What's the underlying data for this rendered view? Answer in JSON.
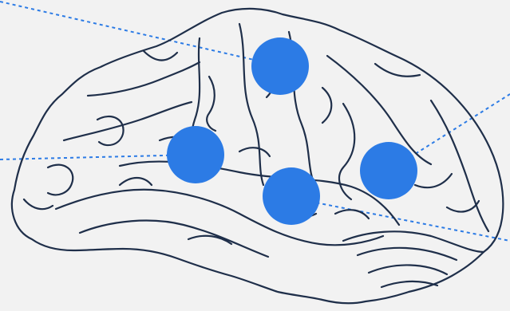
{
  "diagram": {
    "subject": "brain-side-view",
    "colors": {
      "background": "#f2f2f2",
      "outline": "#1f2f4a",
      "marker": "#2c7be5",
      "connector": "#2c7be5"
    },
    "markers": [
      {
        "id": "marker-top"
      },
      {
        "id": "marker-front"
      },
      {
        "id": "marker-center"
      },
      {
        "id": "marker-back"
      }
    ],
    "connectors": [
      {
        "id": "connector-top-left"
      },
      {
        "id": "connector-front-left"
      },
      {
        "id": "connector-back-right"
      },
      {
        "id": "connector-center-right"
      }
    ]
  }
}
